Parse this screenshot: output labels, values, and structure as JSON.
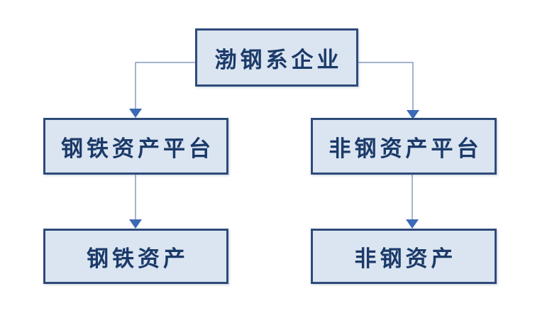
{
  "diagram": {
    "type": "org-flowchart",
    "background": "#ffffff",
    "colors": {
      "node_fill": "#dbe5f1",
      "node_border": "#2e4b7a",
      "node_text": "#1b3a69",
      "connector_line": "#8599c0",
      "arrowhead": "#3c6ab5"
    },
    "nodes": [
      {
        "id": "bogang-group",
        "label": "渤钢系企业",
        "level": 1
      },
      {
        "id": "steel-asset-platform",
        "label": "钢铁资产平台",
        "level": 2
      },
      {
        "id": "non-steel-asset-platform",
        "label": "非钢资产平台",
        "level": 2
      },
      {
        "id": "steel-assets",
        "label": "钢铁资产",
        "level": 3
      },
      {
        "id": "non-steel-assets",
        "label": "非钢资产",
        "level": 3
      }
    ],
    "edges": [
      {
        "from": "bogang-group",
        "to": "steel-asset-platform"
      },
      {
        "from": "bogang-group",
        "to": "non-steel-asset-platform"
      },
      {
        "from": "steel-asset-platform",
        "to": "steel-assets"
      },
      {
        "from": "non-steel-asset-platform",
        "to": "non-steel-assets"
      }
    ]
  }
}
